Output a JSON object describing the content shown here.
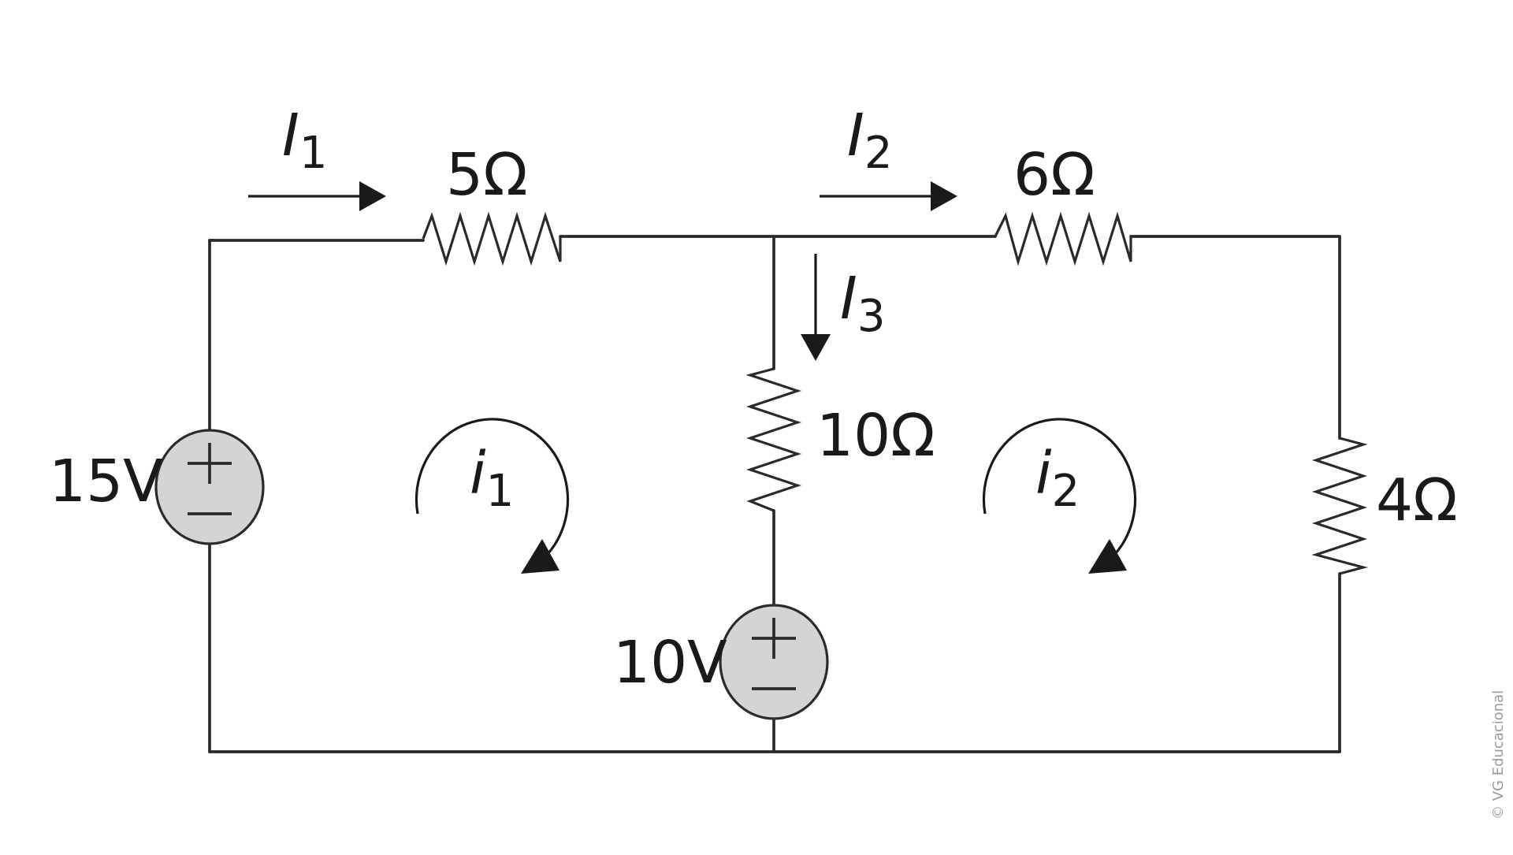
{
  "labels": {
    "r1": "5Ω",
    "r2": "6Ω",
    "r3": "10Ω",
    "r4": "4Ω",
    "v1": "15V",
    "v2": "10V"
  },
  "currents": {
    "I1": {
      "symbol": "I",
      "sub": "1"
    },
    "I2": {
      "symbol": "I",
      "sub": "2"
    },
    "I3": {
      "symbol": "I",
      "sub": "3"
    }
  },
  "loops": {
    "i1": {
      "symbol": "i",
      "sub": "1"
    },
    "i2": {
      "symbol": "i",
      "sub": "2"
    }
  },
  "source_signs": {
    "plus": "+",
    "minus": "−"
  },
  "copyright": "© VG Educacional",
  "colors": {
    "wire": "#2a2a2a",
    "source_fill": "#d4d4d4",
    "background": "#ffffff"
  }
}
